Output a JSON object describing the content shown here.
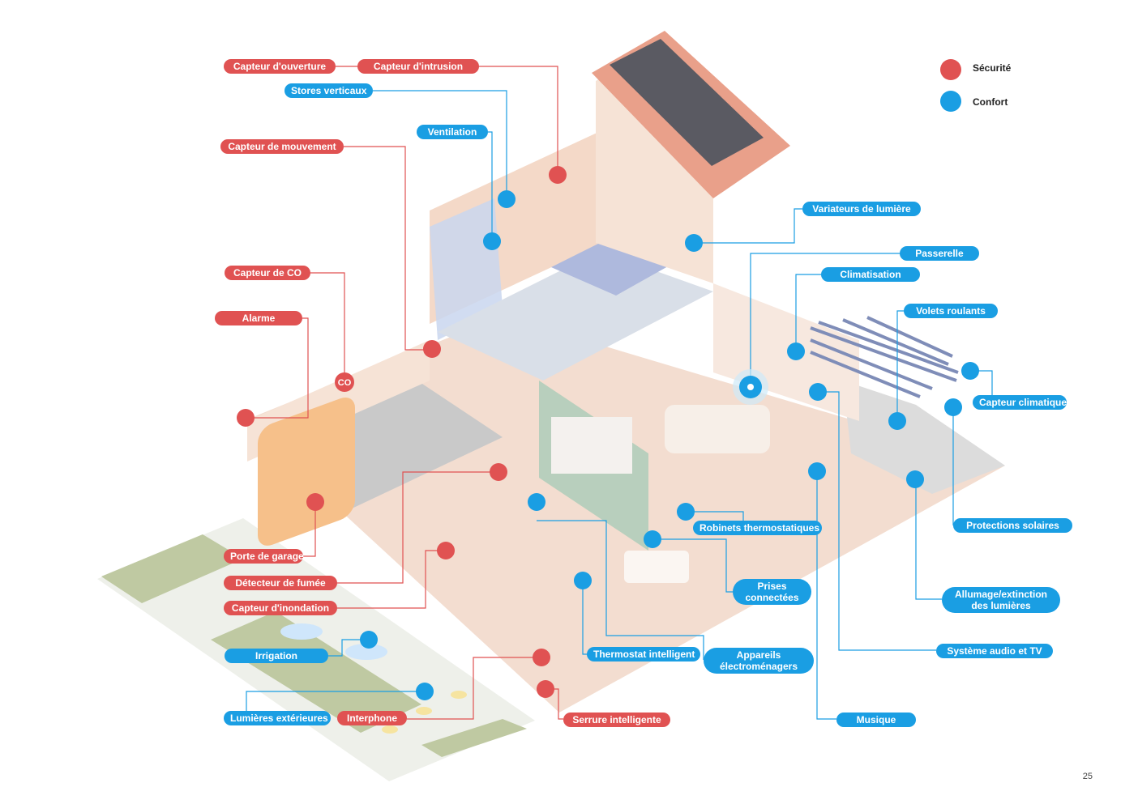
{
  "legend": {
    "security": {
      "label": "Sécurité",
      "color": "#e05252"
    },
    "comfort": {
      "label": "Confort",
      "color": "#1a9ee3"
    }
  },
  "labels": {
    "capteur_ouverture": "Capteur d'ouverture",
    "capteur_intrusion": "Capteur d'intrusion",
    "stores_verticaux": "Stores verticaux",
    "ventilation": "Ventilation",
    "capteur_mouvement": "Capteur de mouvement",
    "capteur_co": "Capteur de CO",
    "alarme": "Alarme",
    "porte_garage": "Porte de garage",
    "detecteur_fumee": "Détecteur de fumée",
    "capteur_inondation": "Capteur d'inondation",
    "irrigation": "Irrigation",
    "lumieres_exterieures": "Lumières extérieures",
    "interphone": "Interphone",
    "serrure_intelligente": "Serrure intelligente",
    "variateurs_lumiere": "Variateurs de lumière",
    "passerelle": "Passerelle",
    "climatisation": "Climatisation",
    "volets_roulants": "Volets roulants",
    "capteur_climatique": "Capteur climatique",
    "protections_solaires": "Protections solaires",
    "robinets_thermostatiques": "Robinets thermostatiques",
    "prises_connectees": "Prises connectées",
    "allumage_extinction": "Allumage/extinction des lumières",
    "systeme_audio_tv": "Système audio et TV",
    "thermostat_intelligent": "Thermostat intelligent",
    "appareils_electromenagers": "Appareils électroménagers",
    "musique": "Musique"
  },
  "co_badge": "CO",
  "page_number": "25"
}
